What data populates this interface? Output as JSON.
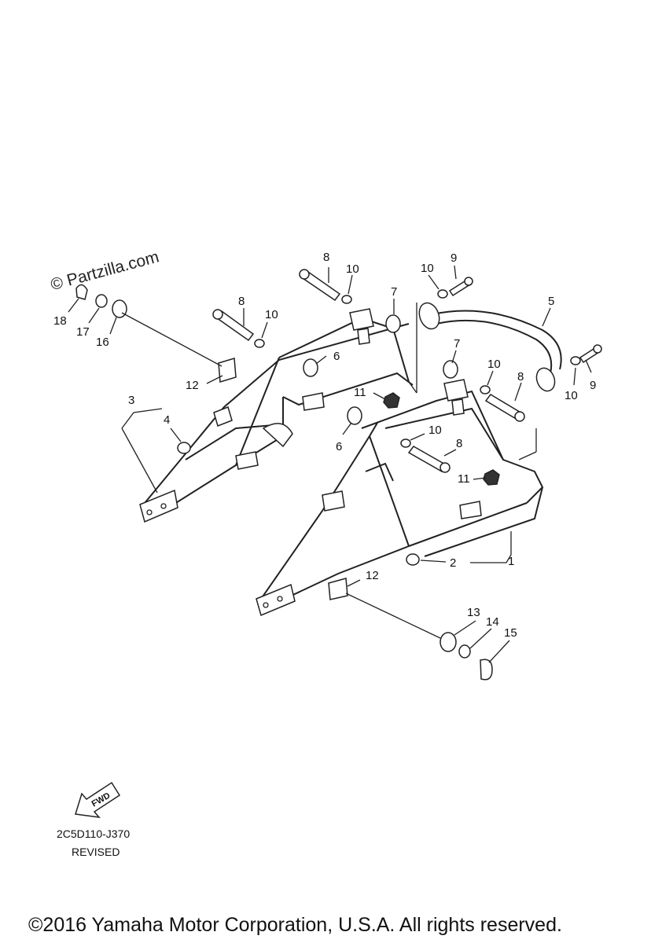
{
  "watermark": "© Partzilla.com",
  "labels": {
    "p1": "1",
    "p2": "2",
    "p3": "3",
    "p4": "4",
    "p5": "5",
    "p6a": "6",
    "p6b": "6",
    "p7a": "7",
    "p7b": "7",
    "p8a": "8",
    "p8b": "8",
    "p8c": "8",
    "p8d": "8",
    "p9a": "9",
    "p9b": "9",
    "p10a": "10",
    "p10b": "10",
    "p10c": "10",
    "p10d": "10",
    "p10e": "10",
    "p10f": "10",
    "p11a": "11",
    "p11b": "11",
    "p12a": "12",
    "p12b": "12",
    "p13": "13",
    "p14": "14",
    "p15": "15",
    "p16": "16",
    "p17": "17",
    "p18": "18"
  },
  "fwd_label": "FWD",
  "drawing_code": "2C5D110-J370",
  "revision": "REVISED",
  "copyright": "©2016 Yamaha Motor Corporation, U.S.A. All rights reserved."
}
